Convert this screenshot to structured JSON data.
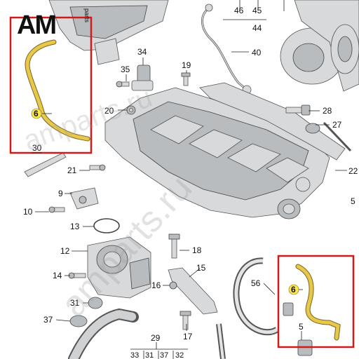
{
  "logo": {
    "text": "AM",
    "side_text": "parts"
  },
  "watermark": {
    "main": "amparts.ru",
    "secondary": "amparts.ru"
  },
  "highlight_color": "#d11a1a",
  "hose_color": "#e8c84a",
  "callouts": [
    {
      "id": "46",
      "text": "46"
    },
    {
      "id": "45",
      "text": "45"
    },
    {
      "id": "44",
      "text": "44"
    },
    {
      "id": "40",
      "text": "40"
    },
    {
      "id": "34",
      "text": "34"
    },
    {
      "id": "35",
      "text": "35"
    },
    {
      "id": "19",
      "text": "19"
    },
    {
      "id": "6a",
      "text": "6"
    },
    {
      "id": "28",
      "text": "28"
    },
    {
      "id": "27",
      "text": "27"
    },
    {
      "id": "20",
      "text": "20"
    },
    {
      "id": "30",
      "text": "30"
    },
    {
      "id": "22",
      "text": "22"
    },
    {
      "id": "21",
      "text": "21"
    },
    {
      "id": "9",
      "text": "9"
    },
    {
      "id": "10",
      "text": "10"
    },
    {
      "id": "5a",
      "text": "5"
    },
    {
      "id": "13",
      "text": "13"
    },
    {
      "id": "12",
      "text": "12"
    },
    {
      "id": "18",
      "text": "18"
    },
    {
      "id": "15",
      "text": "15"
    },
    {
      "id": "14",
      "text": "14"
    },
    {
      "id": "56",
      "text": "56"
    },
    {
      "id": "16",
      "text": "16"
    },
    {
      "id": "6b",
      "text": "6"
    },
    {
      "id": "31",
      "text": "31"
    },
    {
      "id": "37",
      "text": "37"
    },
    {
      "id": "17",
      "text": "17"
    },
    {
      "id": "5b",
      "text": "5"
    },
    {
      "id": "29",
      "text": "29"
    },
    {
      "id": "33",
      "text": "33"
    },
    {
      "id": "31b",
      "text": "31"
    },
    {
      "id": "37b",
      "text": "37"
    },
    {
      "id": "32",
      "text": "32"
    }
  ]
}
